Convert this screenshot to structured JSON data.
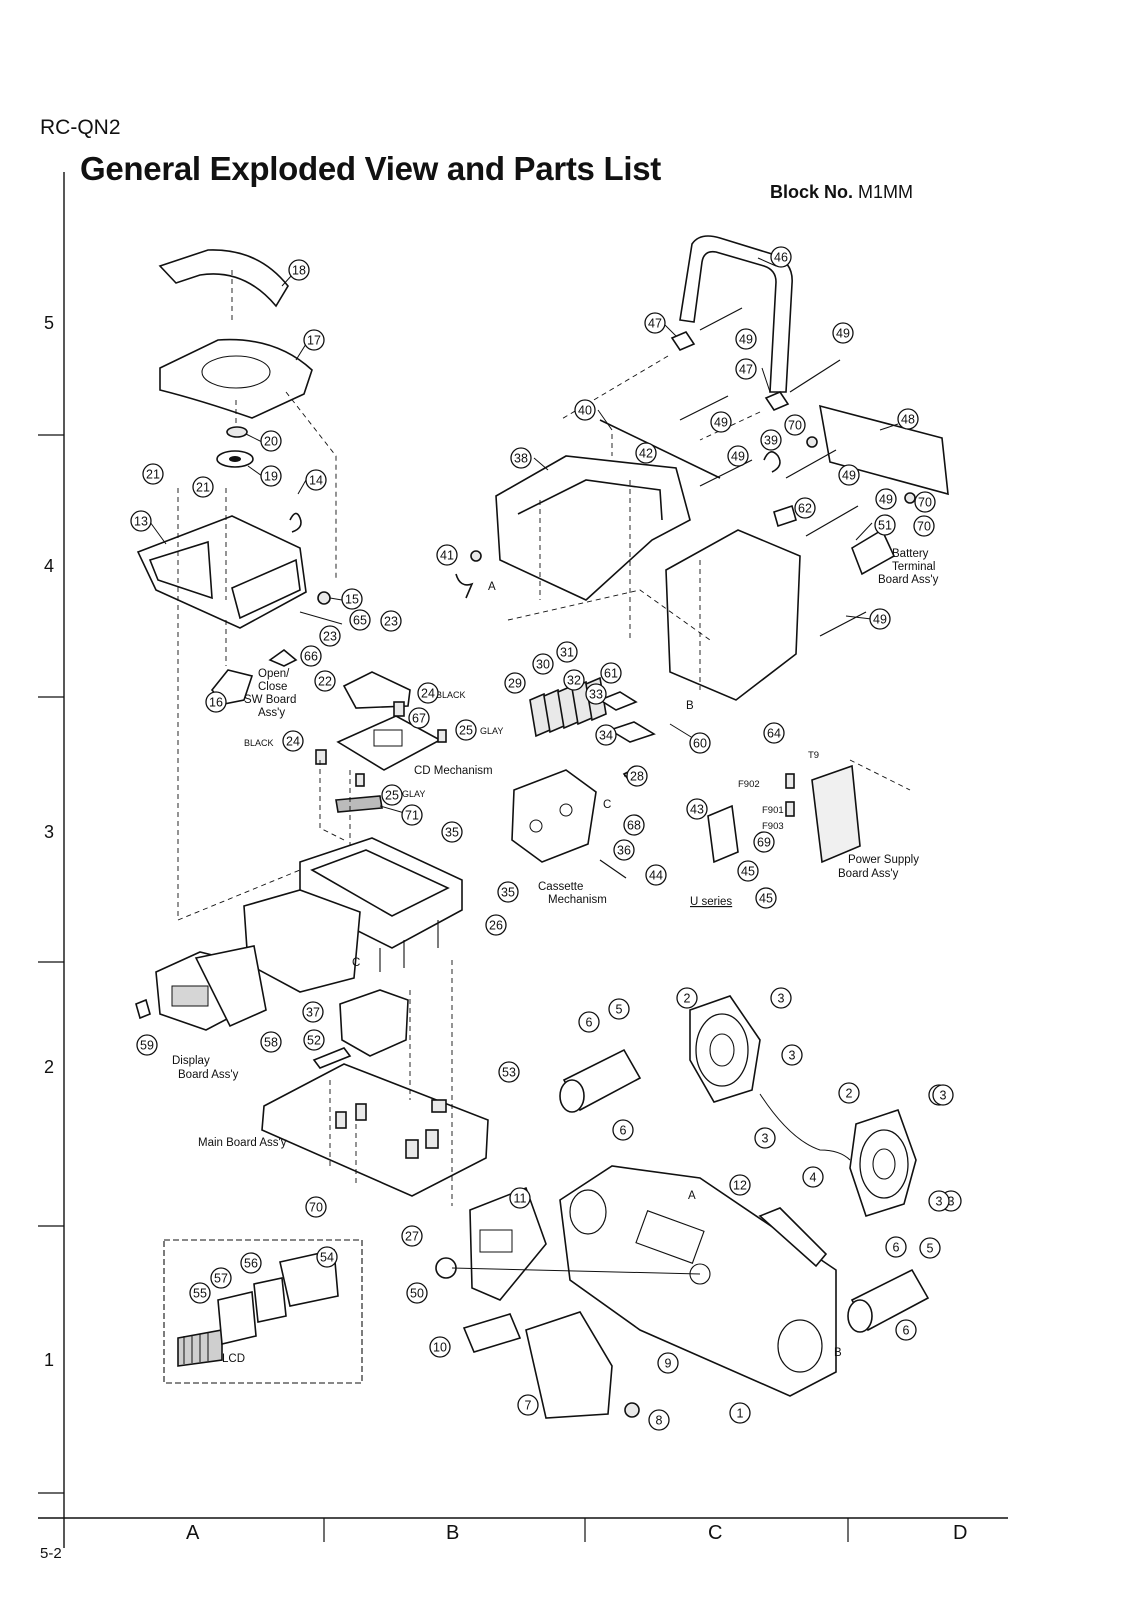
{
  "header": {
    "model": "RC-QN2",
    "title": "General Exploded View and Parts List",
    "block_prefix": "Block No.",
    "block_value": "M1MM"
  },
  "grid": {
    "rows": [
      "5",
      "4",
      "3",
      "2",
      "1"
    ],
    "columns": [
      "A",
      "B",
      "C",
      "D"
    ]
  },
  "page_number": "5-2",
  "captions": {
    "open_close": [
      "Open/",
      "Close",
      "SW Board",
      "Ass'y"
    ],
    "cd_mechanism": "CD Mechanism",
    "black_24_left": "BLACK",
    "black_24_right": "BLACK",
    "glay_25_a": "GLAY",
    "glay_25_b": "GLAY",
    "battery_terminal": [
      "Battery",
      "Terminal",
      "Board Ass'y"
    ],
    "power_supply": [
      "Power Supply",
      "Board Ass'y"
    ],
    "cassette_mechanism": [
      "Cassette",
      "Mechanism"
    ],
    "u_series": "U series",
    "display_board": [
      "Display",
      "Board Ass'y"
    ],
    "main_board": "Main Board Ass'y",
    "lcd": "LCD",
    "t9": "T9",
    "f902": "F902",
    "f901": "F901",
    "f903": "F903",
    "ref_a1": "A",
    "ref_a2": "A",
    "ref_b1": "B",
    "ref_b2": "B",
    "ref_c1": "C",
    "ref_c2": "C"
  },
  "callouts": [
    "18",
    "17",
    "20",
    "19",
    "14",
    "21",
    "21",
    "13",
    "15",
    "65",
    "23",
    "23",
    "66",
    "16",
    "22",
    "24",
    "67",
    "25",
    "24",
    "25",
    "71",
    "46",
    "47",
    "49",
    "49",
    "47",
    "40",
    "49",
    "70",
    "48",
    "42",
    "39",
    "38",
    "49",
    "49",
    "70",
    "62",
    "49",
    "51",
    "70",
    "41",
    "49",
    "29",
    "30",
    "31",
    "32",
    "33",
    "34",
    "61",
    "60",
    "64",
    "28",
    "35",
    "68",
    "36",
    "35",
    "43",
    "69",
    "44",
    "45",
    "45",
    "26",
    "37",
    "58",
    "59",
    "52",
    "53",
    "6",
    "5",
    "6",
    "2",
    "3",
    "3",
    "3",
    "3",
    "2",
    "3",
    "4",
    "3",
    "3",
    "12",
    "11",
    "50",
    "10",
    "7",
    "9",
    "8",
    "1",
    "6",
    "5",
    "6",
    "54",
    "56",
    "57",
    "55",
    "27",
    "70"
  ]
}
